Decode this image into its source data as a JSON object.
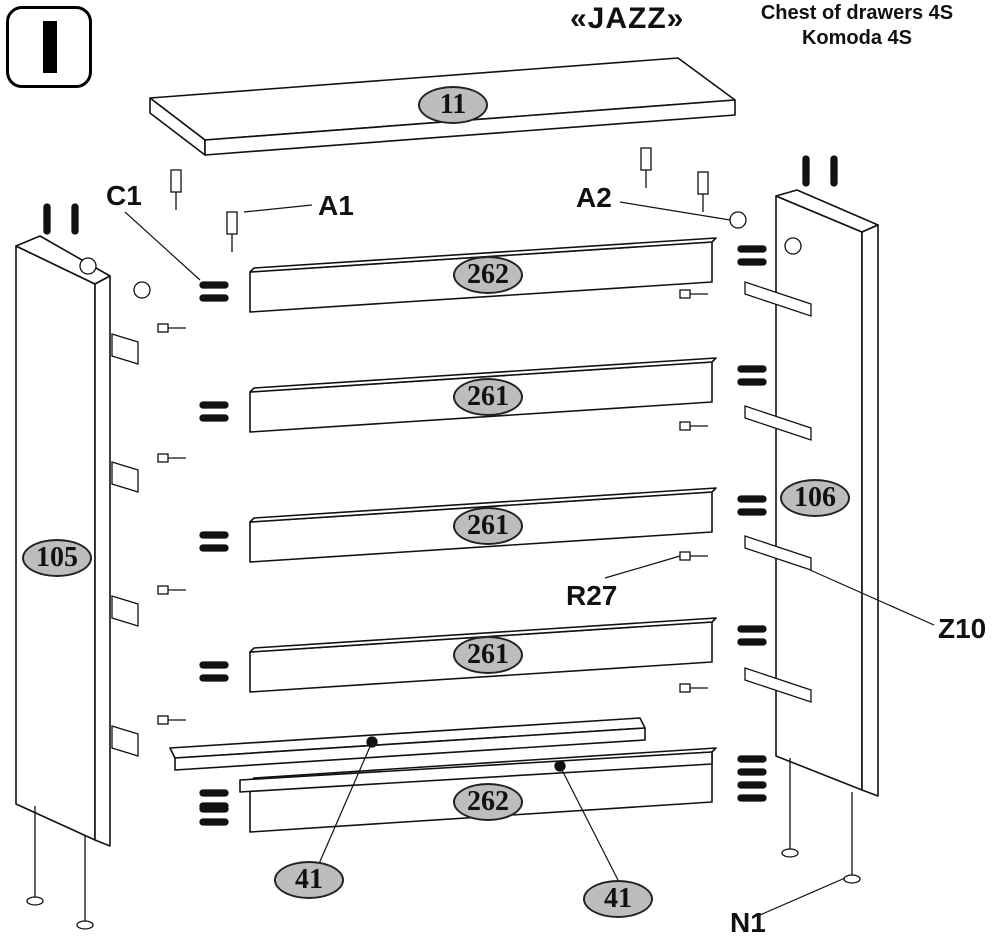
{
  "header": {
    "step_numeral": "I",
    "brand": "«JAZZ»",
    "product_en": "Chest of drawers 4S",
    "product_pl": "Komoda 4S"
  },
  "parts": {
    "top_panel": "11",
    "rail_top": "262",
    "rail_2": "261",
    "rail_3": "261",
    "rail_4": "261",
    "rail_bottom": "262",
    "left_side": "105",
    "right_side": "106",
    "back_bar_left": "41",
    "back_bar_right": "41"
  },
  "fittings": {
    "c1": "C1",
    "a1": "A1",
    "a2": "A2",
    "r27": "R27",
    "z10": "Z10",
    "n1": "N1"
  }
}
